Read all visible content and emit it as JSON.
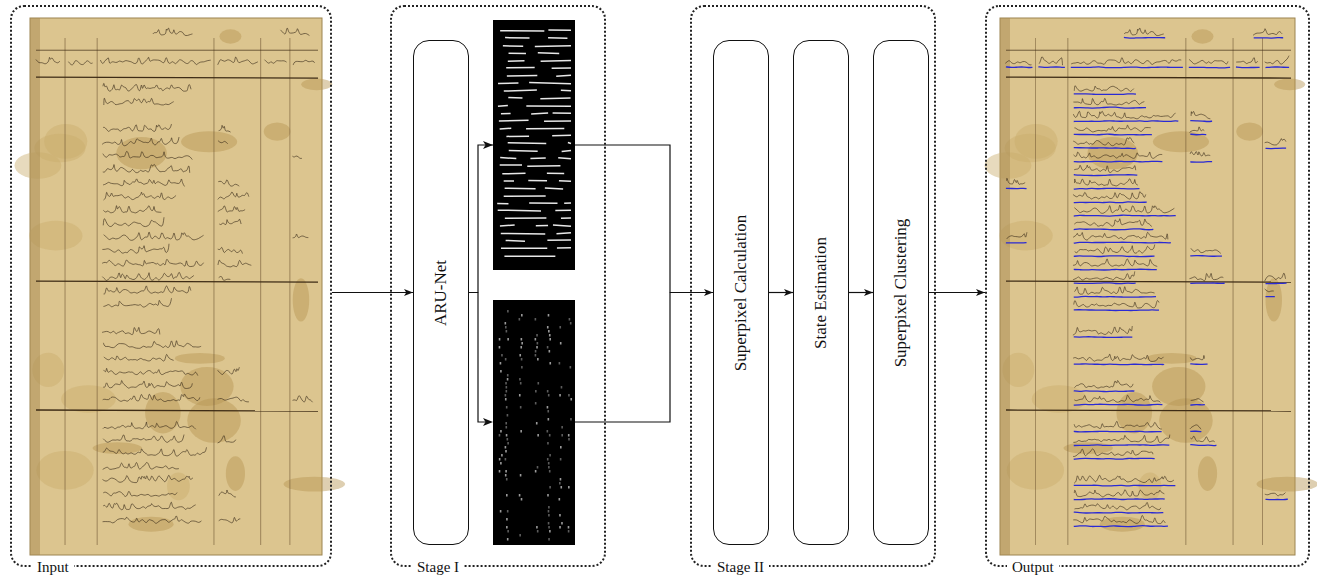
{
  "diagram": {
    "nodes": [
      {
        "text": [
          "Input"
        ]
      },
      {
        "text": [
          "Stage I"
        ]
      },
      {
        "text": [
          "ARU-Net"
        ],
        "in": 1
      },
      {
        "text": [
          "Stage II"
        ]
      },
      {
        "text": [
          "Superpixel Calculation"
        ],
        "in": 3
      },
      {
        "text": [
          "State Estimation"
        ],
        "in": 3
      },
      {
        "text": [
          "Superpixel Clustering"
        ],
        "in": 3
      },
      {
        "text": [
          "Output"
        ]
      }
    ],
    "edges": [
      {
        "from": 0,
        "to": 2,
        "arrow": "to"
      },
      {
        "from": 2,
        "to": 4,
        "arrow": "to"
      },
      {
        "from": 4,
        "to": 5,
        "arrow": "to"
      },
      {
        "from": 5,
        "to": 6,
        "arrow": "to"
      },
      {
        "from": 6,
        "to": 7,
        "arrow": "to"
      }
    ]
  }
}
